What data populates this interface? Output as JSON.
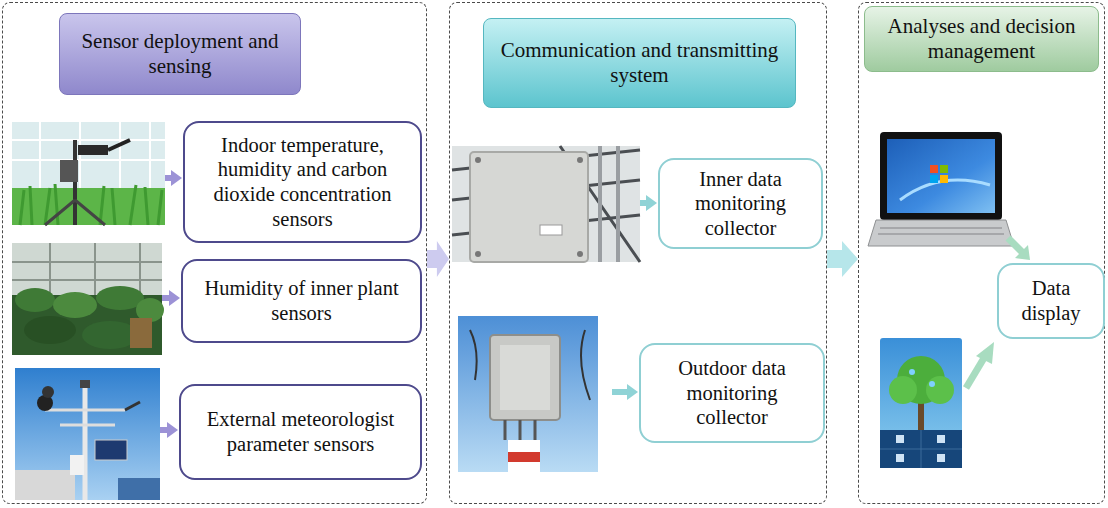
{
  "diagram": {
    "nodes": [
      {
        "text": [
          "Sensor deployment and sensing"
        ]
      },
      {
        "text": [
          "Indoor temperature, humidity and carbon dioxide concentration sensors"
        ],
        "in": 0
      },
      {
        "text": [
          "Humidity of inner plant sensors"
        ],
        "in": 0
      },
      {
        "text": [
          "External meteorologist parameter sensors"
        ],
        "in": 0
      },
      {
        "text": [
          "Communication and transmitting system"
        ]
      },
      {
        "text": [
          "Inner data monitoring collector"
        ],
        "in": 4
      },
      {
        "text": [
          "Outdoor data monitoring collector"
        ],
        "in": 4
      },
      {
        "text": [
          "Analyses and decision management"
        ]
      },
      {
        "text": [
          "Data display"
        ],
        "in": 7
      }
    ],
    "edges": [
      {
        "from": 0,
        "to": 4,
        "arrow": "to"
      },
      {
        "from": 4,
        "to": 7,
        "arrow": "to"
      }
    ]
  }
}
